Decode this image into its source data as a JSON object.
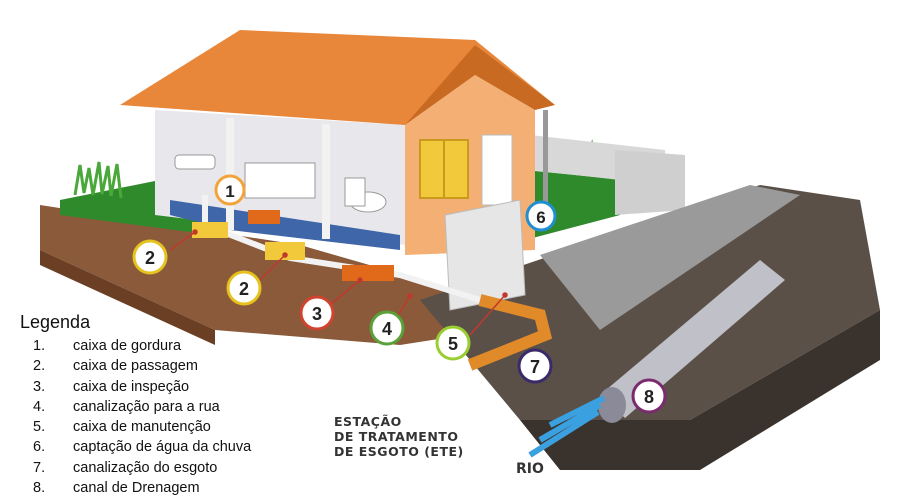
{
  "legend": {
    "title": "Legenda",
    "items": [
      {
        "num": "1.",
        "label": "caixa de gordura"
      },
      {
        "num": "2.",
        "label": "caixa de passagem"
      },
      {
        "num": "3.",
        "label": "caixa de inspeção"
      },
      {
        "num": "4.",
        "label": "canalização para a rua"
      },
      {
        "num": "5.",
        "label": "caixa de manutenção"
      },
      {
        "num": "6.",
        "label": "captação de água da chuva"
      },
      {
        "num": "7.",
        "label": "canalização do esgoto"
      },
      {
        "num": "8.",
        "label": "canal de Drenagem"
      }
    ]
  },
  "markers": [
    {
      "label": "1",
      "color": "#f2a33a"
    },
    {
      "label": "2",
      "color": "#e6c21e"
    },
    {
      "label": "2",
      "color": "#e6c21e"
    },
    {
      "label": "3",
      "color": "#d0432e"
    },
    {
      "label": "4",
      "color": "#5aa13a"
    },
    {
      "label": "5",
      "color": "#9acd32"
    },
    {
      "label": "6",
      "color": "#1f8fd1"
    },
    {
      "label": "7",
      "color": "#3a2a6a"
    },
    {
      "label": "8",
      "color": "#7a2b6e"
    }
  ],
  "labels": {
    "ete_line1": "ESTAÇÃO",
    "ete_line2": "DE TRATAMENTO",
    "ete_line3": "DE ESGOTO (ETE)",
    "rio": "RIO"
  },
  "colors": {
    "roof": "#e8873a",
    "wall": "#f4b074",
    "grass": "#2f8a2c",
    "soil": "#8a5a3a",
    "asphalt": "#5a5048",
    "curb": "#9a9a9a",
    "pipe": "#c0c0c8",
    "water": "#3aa0e0"
  }
}
